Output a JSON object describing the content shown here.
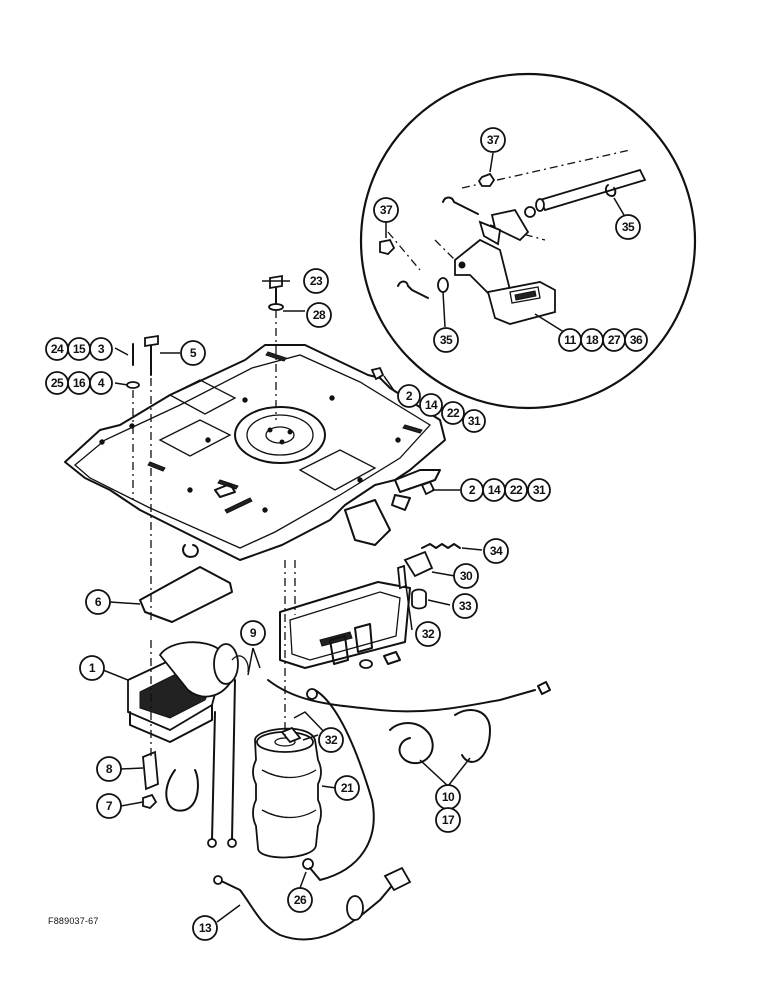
{
  "figure_code": "F889037-67",
  "callouts": {
    "c1": "1",
    "c2a": "2",
    "c14a": "14",
    "c22a": "22",
    "c31a": "31",
    "c2b": "2",
    "c14b": "14",
    "c22b": "22",
    "c31b": "31",
    "c3": "3",
    "c4": "4",
    "c5": "5",
    "c6": "6",
    "c7": "7",
    "c8": "8",
    "c9": "9",
    "c10": "10",
    "c17": "17",
    "c11": "11",
    "c18": "18",
    "c27": "27",
    "c36": "36",
    "c13": "13",
    "c15": "15",
    "c16": "16",
    "c21": "21",
    "c23": "23",
    "c24": "24",
    "c25": "25",
    "c26": "26",
    "c28": "28",
    "c30": "30",
    "c32a": "32",
    "c32b": "32",
    "c33": "33",
    "c34": "34",
    "c35a": "35",
    "c35b": "35",
    "c37a": "37",
    "c37b": "37"
  }
}
